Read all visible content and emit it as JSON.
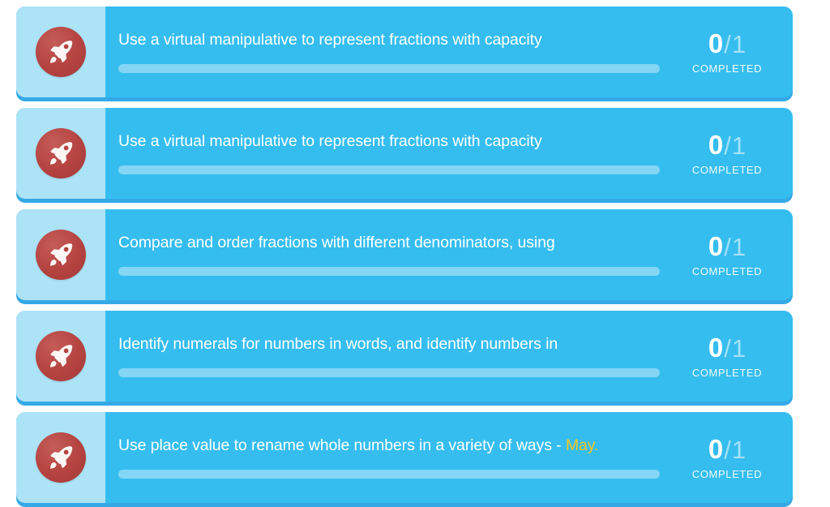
{
  "page": {
    "background_color": "#ffffff",
    "card_color": "#35bdef",
    "card_shadow_color": "#34a9e6",
    "icon_panel_color": "#ace3f7",
    "progress_track_color": "#84d6f4",
    "accent_color": "#f2c81e",
    "badge_color": "#b54340"
  },
  "goals": [
    {
      "icon": "rocket-icon",
      "title": "Use a virtual manipulative to represent fractions with capacity",
      "title_accent": "",
      "progress_percent": 0,
      "completed": "0",
      "separator": "/",
      "total": "1",
      "status_caption": "COMPLETED"
    },
    {
      "icon": "rocket-icon",
      "title": "Use a virtual manipulative to represent fractions with capacity",
      "title_accent": "",
      "progress_percent": 0,
      "completed": "0",
      "separator": "/",
      "total": "1",
      "status_caption": "COMPLETED"
    },
    {
      "icon": "rocket-icon",
      "title": "Compare and order fractions with different denominators, using",
      "title_accent": "",
      "progress_percent": 0,
      "completed": "0",
      "separator": "/",
      "total": "1",
      "status_caption": "COMPLETED"
    },
    {
      "icon": "rocket-icon",
      "title": "Identify numerals for numbers in words, and identify numbers in",
      "title_accent": "",
      "progress_percent": 0,
      "completed": "0",
      "separator": "/",
      "total": "1",
      "status_caption": "COMPLETED"
    },
    {
      "icon": "rocket-icon",
      "title": "Use place value to rename whole numbers in a variety of ways - ",
      "title_accent": "May.",
      "progress_percent": 0,
      "completed": "0",
      "separator": "/",
      "total": "1",
      "status_caption": "COMPLETED"
    }
  ]
}
